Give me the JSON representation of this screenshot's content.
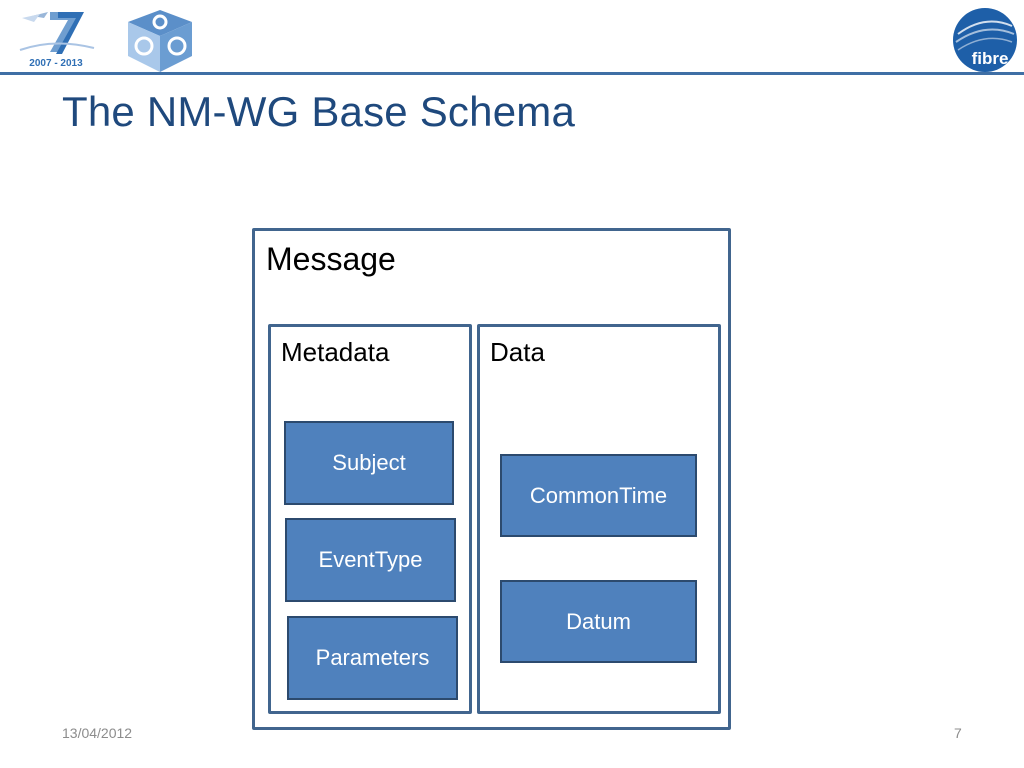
{
  "header": {
    "logos": {
      "fp7": {
        "icon": "fp7-logo",
        "years": "2007 - 2013"
      },
      "cube": {
        "icon": "cube-logo"
      },
      "fibre": {
        "icon": "fibre-logo",
        "text": "fibre"
      }
    },
    "rule_color": "#3f6fa5"
  },
  "slide": {
    "title": "The NM-WG Base Schema"
  },
  "diagram": {
    "message": {
      "label": "Message",
      "metadata": {
        "label": "Metadata",
        "elements": [
          "Subject",
          "EventType",
          "Parameters"
        ]
      },
      "data": {
        "label": "Data",
        "elements": [
          "CommonTime",
          "Datum"
        ]
      }
    },
    "colors": {
      "title": "#1f497d",
      "container_border": "#41658e",
      "element_fill": "#4f81bd",
      "element_border": "#2c4a6e",
      "element_text": "#ffffff"
    }
  },
  "footer": {
    "date": "13/04/2012",
    "page_number": "7"
  }
}
